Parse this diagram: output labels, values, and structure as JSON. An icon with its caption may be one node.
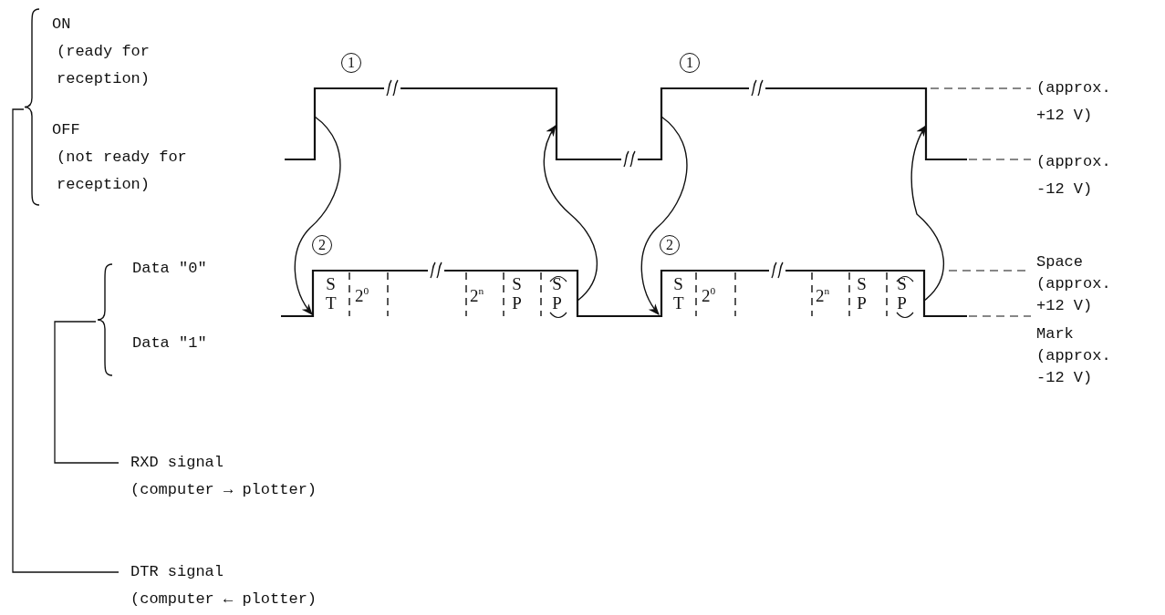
{
  "diagram": {
    "labels": [
      "ON",
      "(ready for reception)",
      "1",
      "1",
      "(approx. +12 V)",
      "OFF",
      "(not ready for reception)",
      "(approx. -12 V)",
      "2",
      "2",
      "Data \"0\"",
      "Space (approx. +12 V)",
      "ST",
      "2$^{0}$",
      "2$^{n}$",
      "SP",
      "SP",
      "ST",
      "2$^{0}$",
      "2$^{n}$",
      "SP",
      "SP",
      "Data \"1\"",
      "Mark (approx. -12 V)",
      "RXD signal",
      "(computer → plotter)",
      "DTR signal",
      "(computer ← plotter)"
    ]
  }
}
